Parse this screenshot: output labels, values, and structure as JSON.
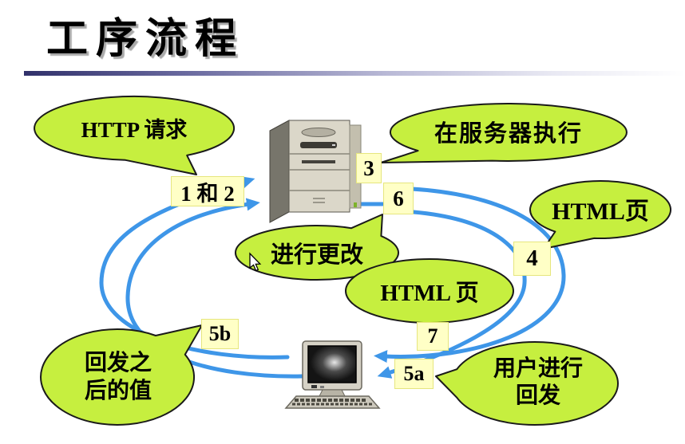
{
  "title": "工序流程",
  "bubbles": {
    "http_request": {
      "text": "HTTP 请求"
    },
    "server_exec": {
      "text": "在服务器执行"
    },
    "html_page_right": {
      "text": "HTML页"
    },
    "make_changes": {
      "text": "进行更改"
    },
    "html_page_mid": {
      "text": "HTML 页"
    },
    "postback_value": {
      "line1": "回发之",
      "line2": "后的值"
    },
    "user_postback": {
      "line1": "用户进行",
      "line2": "回发"
    }
  },
  "step_labels": {
    "step_1_2": "1 和 2",
    "step_3": "3",
    "step_4": "4",
    "step_5a": "5a",
    "step_5b": "5b",
    "step_6": "6",
    "step_7": "7"
  },
  "icons": {
    "server": "server-tower-icon",
    "client": "desktop-computer-icon",
    "pointer": "mouse-cursor-icon"
  },
  "colors": {
    "bubble_fill": "#c6ef3f",
    "bubble_stroke": "#1a1a1a",
    "label_fill": "#ffffc6",
    "label_border": "#e6e67e",
    "arrow_blue": "#3e96e8",
    "rule_dark": "#30306a",
    "title_color": "#000000"
  }
}
